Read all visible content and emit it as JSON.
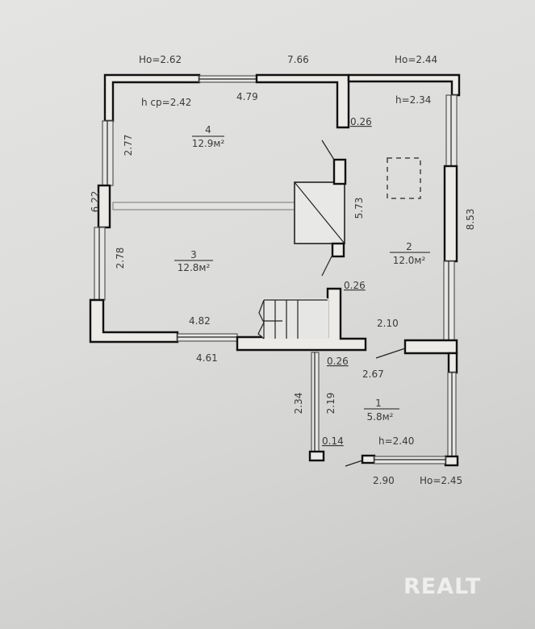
{
  "plan": {
    "rooms": [
      {
        "number": "4",
        "area": "12.9м²"
      },
      {
        "number": "3",
        "area": "12.8м²"
      },
      {
        "number": "2",
        "area": "12.0м²"
      },
      {
        "number": "1",
        "area": "5.8м²"
      }
    ],
    "heights": {
      "ho_top_left": "Ho=2.62",
      "h_avg_room4": "h ср=2.42",
      "ho_top_right": "Ho=2.44",
      "h_room2": "h=2.34",
      "h_room1": "h=2.40",
      "ho_bottom_right": "Ho=2.45"
    },
    "dimensions": {
      "top_overall": "7.66",
      "top_inner": "4.79",
      "left_overall": "6.22",
      "left_upper": "2.77",
      "left_lower": "2.78",
      "right_overall": "8.53",
      "partition_vertical": "5.73",
      "wall_026_top": "0.26",
      "wall_026_mid": "0.26",
      "wall_026_bottom": "0.26",
      "bottom_inner": "4.82",
      "bottom_outer": "4.61",
      "room2_lower": "2.10",
      "room1_top": "2.67",
      "room1_left_outer": "2.34",
      "room1_left_inner": "2.19",
      "wall_014": "0.14",
      "room1_bottom": "2.90"
    }
  },
  "watermark": "REALT",
  "colors": {
    "paper": "#dcdcda",
    "wall_stroke": "#111111",
    "text": "#3a3a3a",
    "watermark": "#f2f2f0"
  }
}
